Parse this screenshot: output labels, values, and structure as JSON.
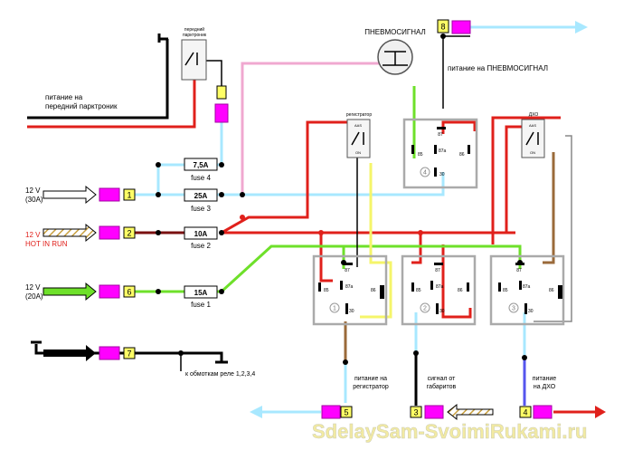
{
  "inputs": {
    "in1": {
      "text": "12 V",
      "sub": "(30A)",
      "num": "1"
    },
    "in2": {
      "text": "12 V",
      "sub": "HOT IN RUN",
      "num": "2"
    },
    "in6": {
      "text": "12 V",
      "sub": "(20A)",
      "num": "6"
    },
    "in7": {
      "num": "7"
    }
  },
  "fuses": {
    "f1": {
      "value": "15A",
      "label": "fuse 1"
    },
    "f2": {
      "value": "10A",
      "label": "fuse 2"
    },
    "f3": {
      "value": "25A",
      "label": "fuse 3"
    },
    "f4": {
      "value": "7,5A",
      "label": "fuse 4"
    }
  },
  "switches": {
    "parktronic": {
      "label_line1": "передний",
      "label_line2": "парктроник"
    },
    "registrator": {
      "label": "регистратор"
    },
    "dho": {
      "label": "ДХО"
    },
    "contact_top": "AAS",
    "contact_bottom": "ON"
  },
  "relays": {
    "r1": {
      "num": "1"
    },
    "r2": {
      "num": "2"
    },
    "r3": {
      "num": "3"
    },
    "r4": {
      "num": "4"
    },
    "pins": {
      "p30": "30",
      "p85": "85",
      "p86": "86",
      "p87": "87",
      "p87a": "87a"
    }
  },
  "horn": {
    "label": "ПНЕВМОСИГНАЛ"
  },
  "outputs": {
    "o3": {
      "num": "3",
      "line1": "сигнал от",
      "line2": "габаритов"
    },
    "o4": {
      "num": "4",
      "line1": "питание",
      "line2": "на ДХО"
    },
    "o5": {
      "num": "5",
      "line1": "питание на",
      "line2": "регистратор"
    },
    "o8": {
      "num": "8",
      "label": "питание на ПНЕВМОСИГНАЛ"
    }
  },
  "texts": {
    "parktronic_power_l1": "питание на",
    "parktronic_power_l2": "передний парктроник",
    "coils": "к обмоткам реле 1,2,3,4"
  },
  "watermark": "SdelaySam-SvoimiRukami.ru",
  "colors": {
    "red": "#e0201b",
    "cyan": "#a8e8ff",
    "green": "#6ee02a",
    "pink": "#f0a8d0",
    "magenta": "#ff00ff",
    "yellow": "#f5f56a",
    "tan": "#9a6a3a",
    "blue": "#5555ee",
    "black": "#000000"
  }
}
